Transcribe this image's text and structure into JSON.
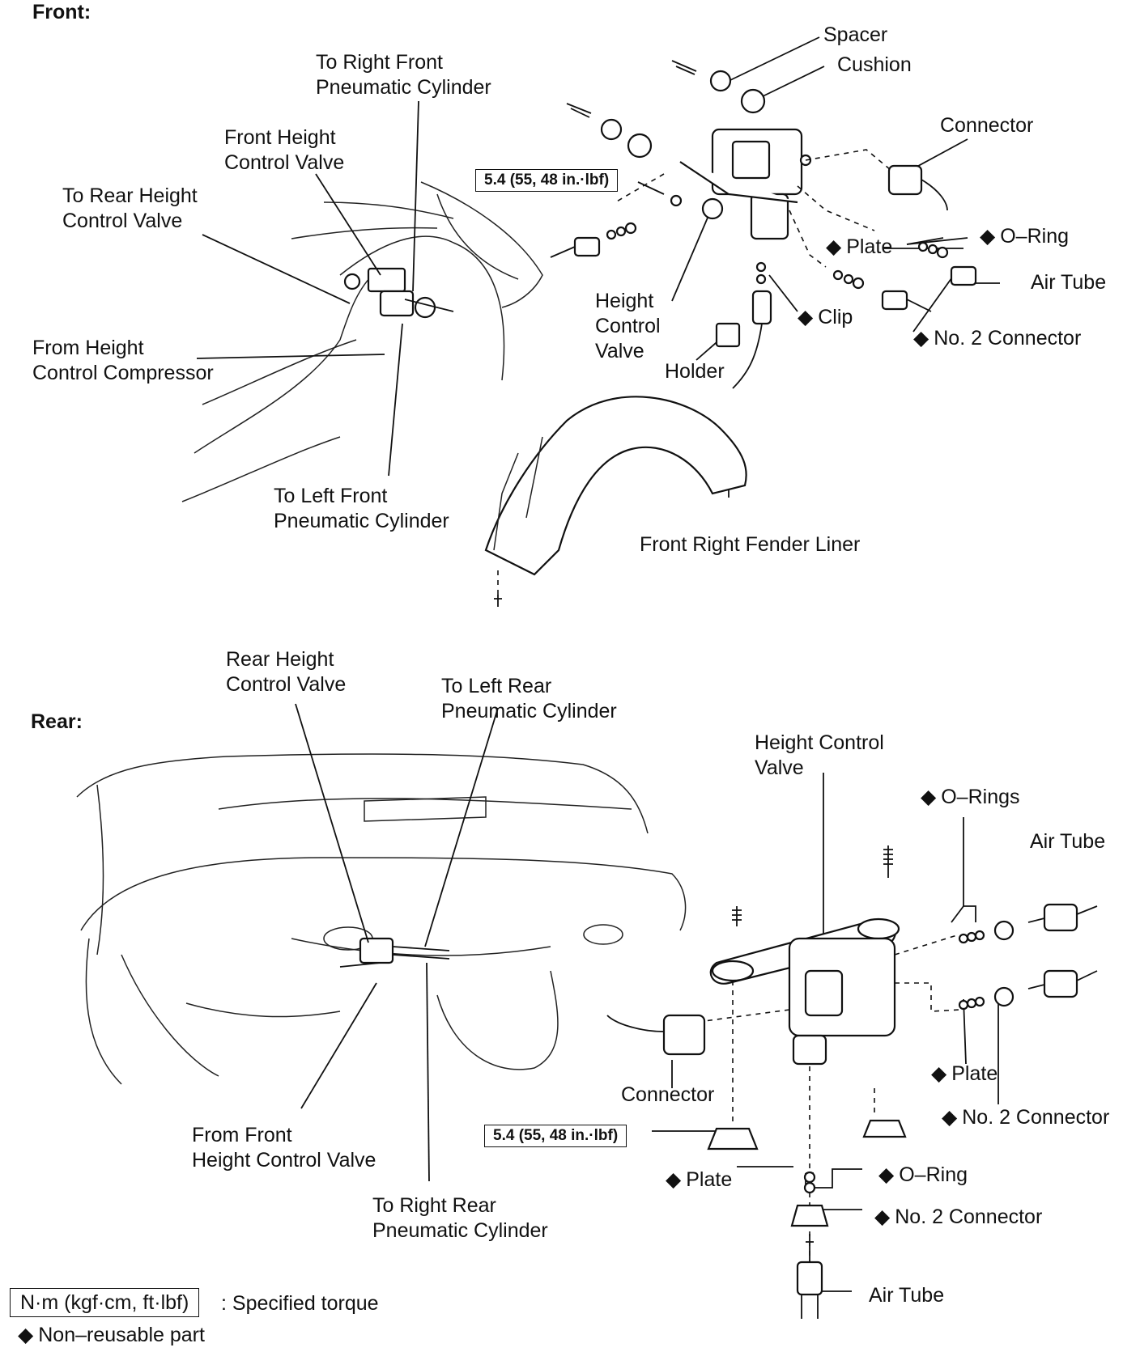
{
  "headers": {
    "front": "Front:",
    "rear": "Rear:"
  },
  "diamond": "◆",
  "front": {
    "to_right_front_cyl": "To Right Front\nPneumatic Cylinder",
    "front_height_control_valve": "Front Height\nControl Valve",
    "to_rear_height_control_valve": "To Rear Height\nControl Valve",
    "from_height_control_compressor": "From Height\nControl Compressor",
    "to_left_front_cyl": "To Left Front\nPneumatic Cylinder",
    "spacer": "Spacer",
    "cushion": "Cushion",
    "connector": "Connector",
    "torque": "5.4 (55, 48 in.·lbf)",
    "plate": "Plate",
    "o_ring": "O–Ring",
    "air_tube": "Air Tube",
    "clip": "Clip",
    "no2_connector": "No. 2 Connector",
    "height_control_valve": "Height\nControl\nValve",
    "holder": "Holder",
    "fender_liner": "Front Right Fender Liner"
  },
  "rear": {
    "rear_height_control_valve": "Rear Height\nControl Valve",
    "to_left_rear_cyl": "To Left Rear\nPneumatic Cylinder",
    "height_control_valve": "Height Control\nValve",
    "o_rings": "O–Rings",
    "air_tube_top": "Air Tube",
    "plate_right": "Plate",
    "no2_connector_right": "No. 2 Connector",
    "connector": "Connector",
    "torque": "5.4 (55, 48 in.·lbf)",
    "plate_bottom": "Plate",
    "o_ring_bottom": "O–Ring",
    "no2_connector_bottom": "No. 2 Connector",
    "air_tube_bottom": "Air Tube",
    "from_front_hcv": "From Front\nHeight Control Valve",
    "to_right_rear_cyl": "To Right Rear\nPneumatic Cylinder"
  },
  "legend": {
    "torque_box": "N·m (kgf·cm, ft·lbf)",
    "torque_desc": ": Specified torque",
    "non_reusable": "Non–reusable part"
  }
}
